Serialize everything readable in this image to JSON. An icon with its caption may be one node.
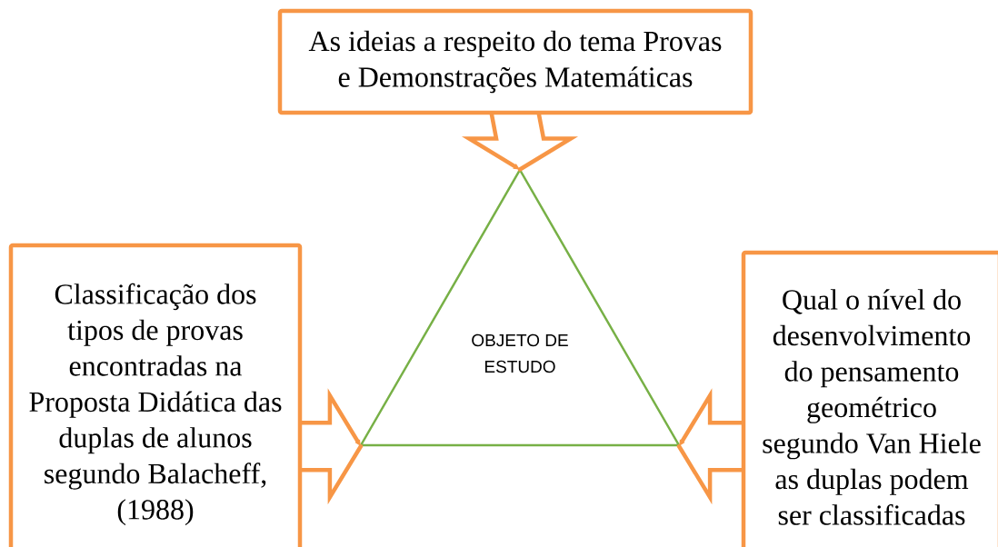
{
  "diagram": {
    "nodes": [
      {
        "text": [
          "As ideias a respeito do tema Provas e Demonstrações Matemáticas"
        ]
      },
      {
        "text": [
          "Classificação dos tipos de provas encontradas na Proposta Didática das duplas de alunos segundo Balacheff, (1988)"
        ]
      },
      {
        "text": [
          "OBJETO DE ESTUDO"
        ]
      },
      {
        "text": [
          "Qual o nível do desenvolvimento do pensamento geométrico segundo Van Hiele as duplas podem ser classificadas"
        ]
      }
    ],
    "edges": [
      {
        "from": 0,
        "to": 2,
        "arrow": "to"
      },
      {
        "from": 1,
        "to": 2,
        "arrow": "to"
      },
      {
        "from": 3,
        "to": 2,
        "arrow": "to"
      }
    ]
  }
}
